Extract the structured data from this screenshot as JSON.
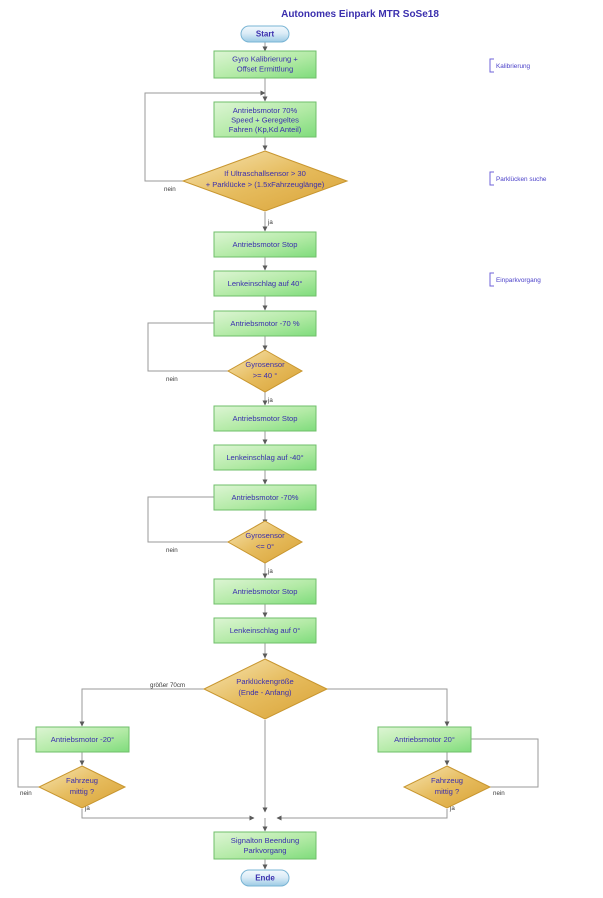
{
  "title": "Autonomes Einpark MTR SoSe18",
  "colors": {
    "process_fill_light": "#d9f2cf",
    "process_fill": "#8fe08a",
    "process_stroke": "#6fbf6a",
    "decision_fill_light": "#f4dfa8",
    "decision_fill": "#dda83c",
    "decision_stroke": "#c8962f",
    "terminator_fill_light": "#e8f3fb",
    "terminator_fill": "#a9d5ea",
    "terminator_stroke": "#79b4d4",
    "text": "#3b2fae",
    "connector": "#9a9a9a",
    "note": "#4b41c9"
  },
  "nodes": {
    "start": {
      "label": "Start",
      "type": "terminator"
    },
    "gyro_cal": {
      "label_line1": "Gyro Kalibrierung +",
      "label_line2": "Offset Ermittlung",
      "type": "process"
    },
    "drive_70": {
      "label_line1": "Antriebsmotor 70%",
      "label_line2": "Speed + Geregeltes",
      "label_line3": "Fahren (Kp,Kd Anteil)",
      "type": "process"
    },
    "check_gap": {
      "label_line1": "If Ultraschallsensor > 30",
      "label_line2": "+ Parklücke > (1.5xFahrzeuglänge)",
      "type": "decision"
    },
    "stop_1": {
      "label": "Antriebsmotor Stop",
      "type": "process"
    },
    "steer_40": {
      "label": "Lenkeinschlag auf 40°",
      "type": "process"
    },
    "drive_m70pct": {
      "label": "Antriebsmotor -70 %",
      "type": "process"
    },
    "gyro_ge40": {
      "label_line1": "Gyrosensor",
      "label_line2": ">= 40 °",
      "type": "decision"
    },
    "stop_2": {
      "label": "Antriebsmotor Stop",
      "type": "process"
    },
    "steer_m40": {
      "label": "Lenkeinschlag auf -40°",
      "type": "process"
    },
    "drive_m70": {
      "label": "Antriebsmotor -70%",
      "type": "process"
    },
    "gyro_le0": {
      "label_line1": "Gyrosensor",
      "label_line2": "<= 0°",
      "type": "decision"
    },
    "stop_3": {
      "label": "Antriebsmotor Stop",
      "type": "process"
    },
    "steer_0": {
      "label": "Lenkeinschlag auf 0°",
      "type": "process"
    },
    "gap_size": {
      "label_line1": "Parklückengröße",
      "label_line2": "(Ende - Anfang)",
      "type": "decision"
    },
    "drive_m20": {
      "label": "Antriebsmotor -20°",
      "type": "process"
    },
    "centered_left": {
      "label_line1": "Fahrzeug",
      "label_line2": "mittig ?",
      "type": "decision"
    },
    "drive_p20": {
      "label": "Antriebsmotor 20°",
      "type": "process"
    },
    "centered_right": {
      "label_line1": "Fahrzeug",
      "label_line2": "mittig ?",
      "type": "decision"
    },
    "signal_end": {
      "label_line1": "Signalton Beendung",
      "label_line2": "Parkvorgang",
      "type": "process"
    },
    "ende": {
      "label": "Ende",
      "type": "terminator"
    }
  },
  "edge_labels": {
    "gap_no": "nein",
    "gap_yes": "ja",
    "gyro40_no": "nein",
    "gyro40_yes": "ja",
    "gyro0_no": "nein",
    "gyro0_yes": "ja",
    "gapsize_left": "größer 70cm",
    "left_no": "nein",
    "left_yes": "ja",
    "right_no": "nein",
    "right_yes": "ja"
  },
  "notes": [
    {
      "label": "Kalibrierung"
    },
    {
      "label": "Parklücken suche"
    },
    {
      "label": "Einparkvorgang"
    }
  ]
}
